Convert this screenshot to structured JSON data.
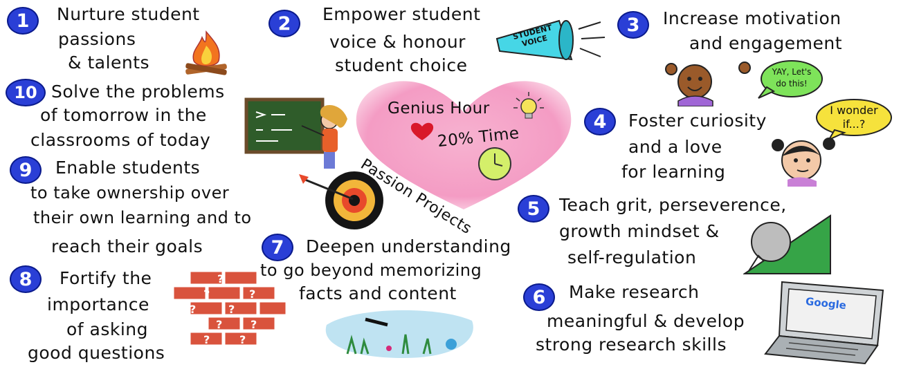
{
  "center": {
    "line1": "Genius Hour",
    "line2": "20% Time",
    "line3": "Passion Projects"
  },
  "items": [
    {
      "num": "1",
      "lines": [
        "Nurture student",
        "passions",
        "& talents"
      ]
    },
    {
      "num": "2",
      "lines": [
        "Empower student",
        "voice & honour",
        "student choice"
      ]
    },
    {
      "num": "3",
      "lines": [
        "Increase motivation",
        "and engagement"
      ]
    },
    {
      "num": "4",
      "lines": [
        "Foster curiosity",
        "and a love",
        "for learning"
      ]
    },
    {
      "num": "5",
      "lines": [
        "Teach grit, perseverence,",
        "growth mindset &",
        "self-regulation"
      ]
    },
    {
      "num": "6",
      "lines": [
        "Make research",
        "meaningful & develop",
        "strong research skills"
      ]
    },
    {
      "num": "7",
      "lines": [
        "Deepen understanding",
        "to go beyond memorizing",
        "facts and content"
      ]
    },
    {
      "num": "8",
      "lines": [
        "Fortify the",
        "importance",
        "of asking",
        "good questions"
      ]
    },
    {
      "num": "9",
      "lines": [
        "Enable students",
        "to take ownership over",
        "their own learning and to",
        "reach their goals"
      ]
    },
    {
      "num": "10",
      "lines": [
        "Solve the problems",
        "of tomorrow in the",
        "classrooms of today"
      ]
    }
  ],
  "labels": {
    "megaphone": "STUDENT VOICE",
    "yay": "YAY, Let's do this!",
    "wonder": "I wonder if...?",
    "google": "Google",
    "question_mark": "?"
  },
  "colors": {
    "badge": "#2a3fd6",
    "heart": "#f5a3c7",
    "fire": "#f2741f",
    "chalkboard": "#2f5c2a",
    "bubble": "#7ee35a",
    "wonder_bubble": "#f6e23c",
    "brick": "#d9533d",
    "hill": "#36a447"
  }
}
